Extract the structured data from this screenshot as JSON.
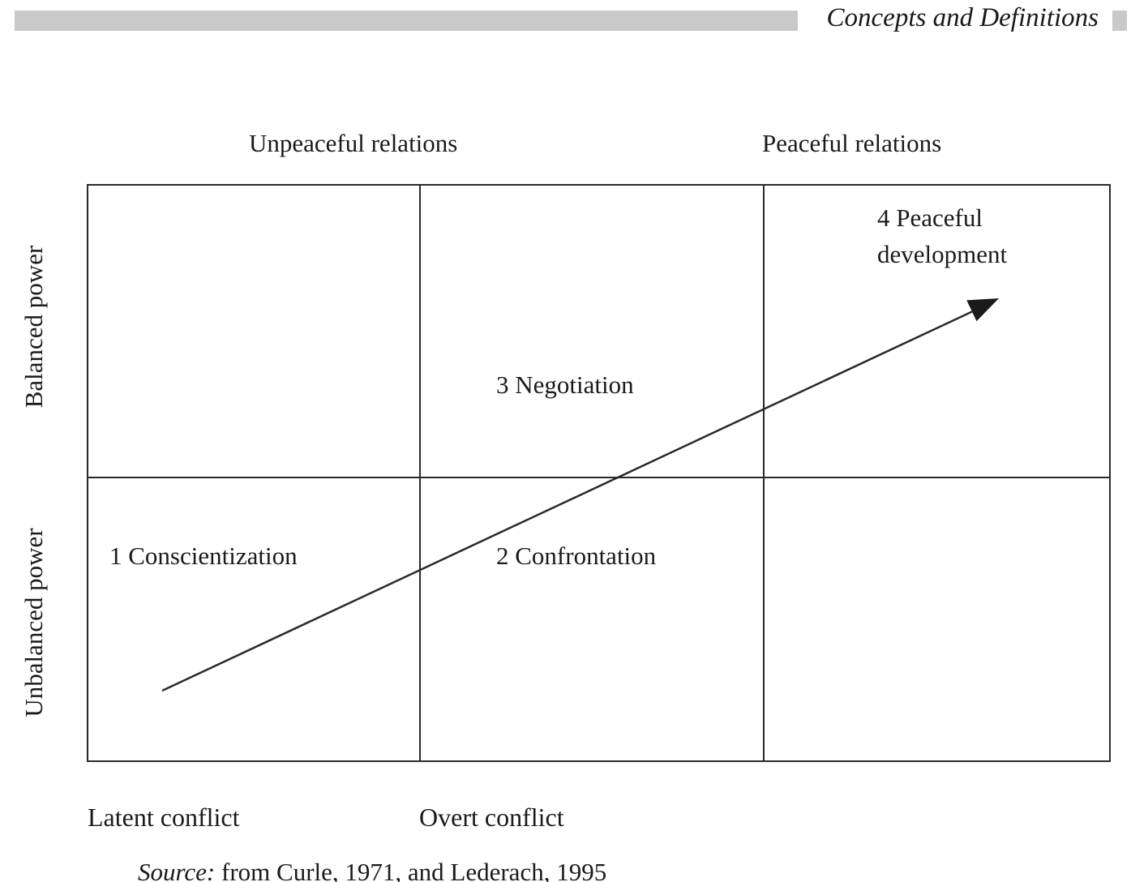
{
  "header": {
    "title": "Concepts and Definitions"
  },
  "diagram": {
    "col_headers": {
      "unpeaceful": "Unpeaceful relations",
      "peaceful": "Peaceful relations"
    },
    "row_labels": {
      "balanced": "Balanced power",
      "unbalanced": "Unbalanced power"
    },
    "stages": {
      "conscientization": "1 Conscientization",
      "confrontation": "2 Confrontation",
      "negotiation": "3 Negotiation",
      "peaceful_development": "4 Peaceful\ndevelopment"
    },
    "bottom_labels": {
      "latent": "Latent conflict",
      "overt": "Overt conflict"
    },
    "source": {
      "prefix": "Source:",
      "text": " from Curle, 1971, and Lederach, 1995"
    },
    "colors": {
      "line": "#2a2a2a",
      "bar": "#c9c9c9",
      "text": "#1a1a1a"
    }
  }
}
